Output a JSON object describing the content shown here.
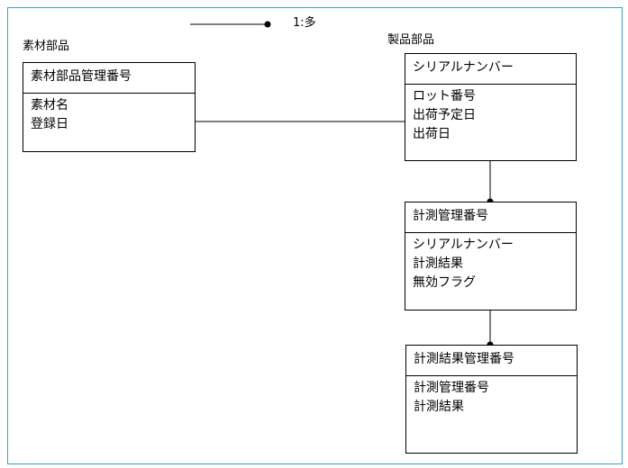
{
  "legend": {
    "label": "1:多"
  },
  "entities": {
    "material": {
      "caption": "素材部品",
      "key": "素材部品管理番号",
      "attributes": [
        "素材名",
        "登録日"
      ]
    },
    "product": {
      "caption": "製品部品",
      "key": "シリアルナンバー",
      "attributes": [
        "ロット番号",
        "出荷予定日",
        "出荷日"
      ]
    },
    "measurement": {
      "key": "計測管理番号",
      "attributes": [
        "シリアルナンバー",
        "計測結果",
        "無効フラグ"
      ]
    },
    "result": {
      "key": "計測結果管理番号",
      "attributes": [
        "計測管理番号",
        "計測結果"
      ]
    }
  },
  "colors": {
    "frame": "#3c9fc4",
    "line": "#000000"
  }
}
